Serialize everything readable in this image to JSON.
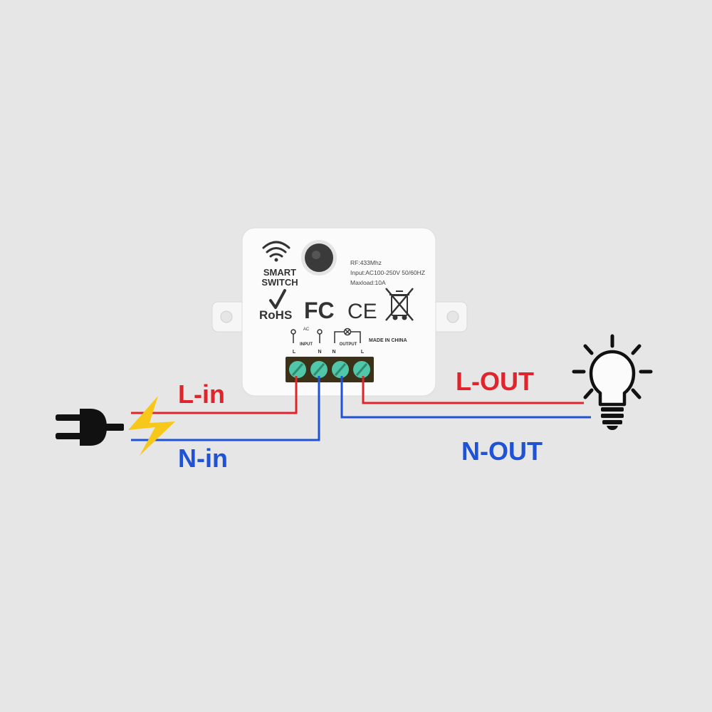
{
  "device": {
    "brand_line1": "SMART",
    "brand_line2": "SWITCH",
    "rohs": "RoHS",
    "fcc": "FC",
    "ce": "CE",
    "spec_rf": "RF:433Mhz",
    "spec_input": "Input:AC100-250V 50/60HZ",
    "spec_maxload": "Maxload:10A",
    "made_in": "MADE IN CHINA",
    "ac": "AC",
    "input": "INPUT",
    "output": "OUTPUT",
    "term_in_l": "L",
    "term_in_n": "N",
    "term_out_n": "N",
    "term_out_l": "L"
  },
  "labels": {
    "l_in": "L-in",
    "n_in": "N-in",
    "l_out": "L-OUT",
    "n_out": "N-OUT"
  },
  "colors": {
    "live": "#e0242c",
    "neutral": "#1f52d4",
    "terminal": "#4fc7a8",
    "bolt": "#f7c719",
    "background": "#e6e6e6"
  },
  "icons": [
    "plug-icon",
    "lightning-icon",
    "lightbulb-icon",
    "wifi-icon",
    "check-icon",
    "weee-bin-icon"
  ]
}
